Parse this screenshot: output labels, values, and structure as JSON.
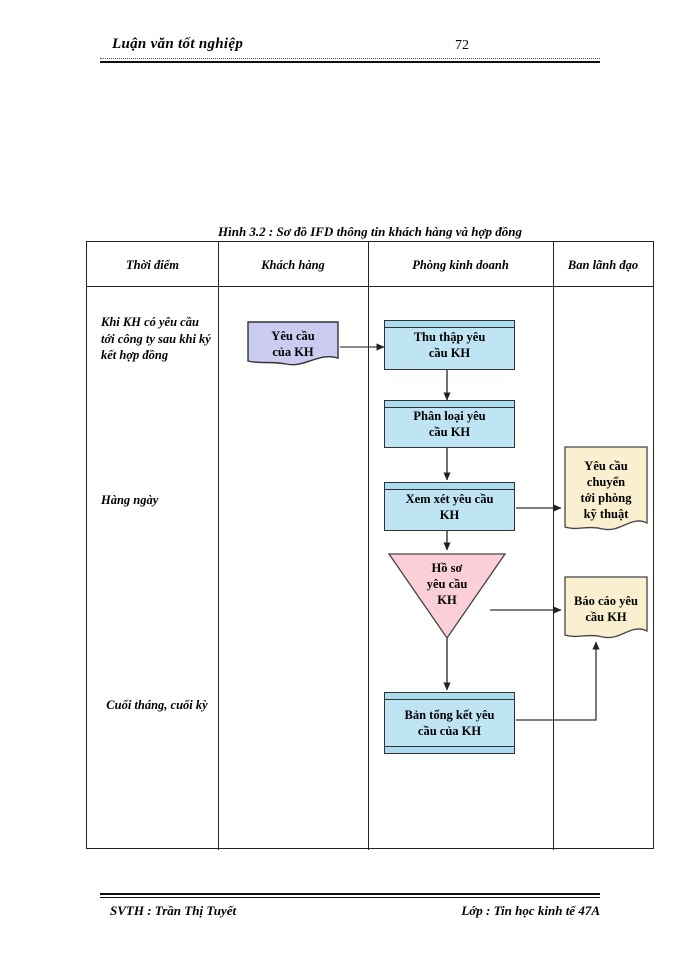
{
  "header": {
    "title": "Luận văn tốt nghiệp",
    "page_number": "72"
  },
  "figure": {
    "caption": "Hình 3.2 : Sơ đồ IFD thông tin khách hàng và hợp đồng",
    "columns": [
      {
        "label": "Thời điểm"
      },
      {
        "label": "Khách hàng"
      },
      {
        "label": "Phòng kinh doanh"
      },
      {
        "label": "Ban lãnh đạo"
      }
    ],
    "row_labels": [
      {
        "label": "Khi KH có yêu cầu tới công ty sau khi ký kết hợp đồng"
      },
      {
        "label": "Hàng ngày"
      },
      {
        "label": "Cuối tháng, cuối kỳ"
      }
    ],
    "nodes": {
      "request_doc": {
        "line1": "Yêu cầu",
        "line2": "của KH",
        "shape": "document",
        "color": "#ccccf2"
      },
      "collect": {
        "line1": "Thu  thập yêu",
        "line2": "cầu KH",
        "shape": "process",
        "color": "#bfe4f4"
      },
      "classify": {
        "line1": "Phân loại yêu",
        "line2": "cầu KH",
        "shape": "process",
        "color": "#bfe4f4"
      },
      "review": {
        "line1": "Xem xét yêu cầu",
        "line2": "KH",
        "shape": "process",
        "color": "#bfe4f4"
      },
      "store": {
        "line1": "Hồ sơ",
        "line2": "yêu cầu",
        "line3": "KH",
        "shape": "triangle-store",
        "color": "#fbcfd8"
      },
      "transfer_doc": {
        "line1": "Yêu cầu",
        "line2": "chuyển",
        "line3": "tới phòng",
        "line4": "kỹ thuật",
        "shape": "document",
        "color": "#faf0cf"
      },
      "report_doc": {
        "line1": "Báo cáo yêu",
        "line2": "cầu KH",
        "shape": "document",
        "color": "#faf0cf"
      },
      "summary": {
        "line1": "Bản tổng kết yêu",
        "line2": "cầu của KH",
        "shape": "process",
        "color": "#bfe4f4"
      }
    }
  },
  "footer": {
    "left": "SVTH : Trần Thị Tuyết",
    "right": "Lớp : Tin  học kinh tế 47A"
  }
}
